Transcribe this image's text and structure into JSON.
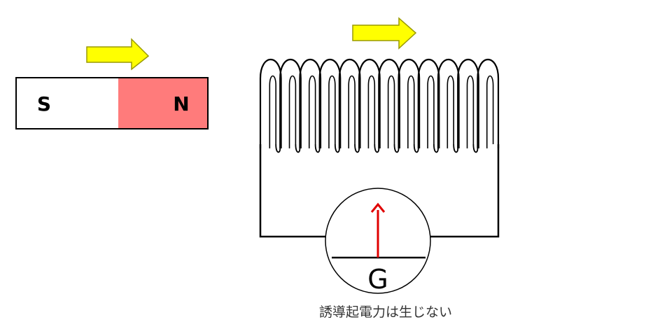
{
  "magnet": {
    "s_label": "S",
    "n_label": "N",
    "s_color": "#ffffff",
    "n_color": "#ff7b7b",
    "outline_color": "#000000"
  },
  "arrows": {
    "fill": "#ffff00",
    "stroke": "#9a9a00",
    "magnet_arrow_direction": "right",
    "coil_arrow_direction": "right"
  },
  "coil": {
    "turns": 12,
    "wire_color": "#000000"
  },
  "galvanometer": {
    "label": "G",
    "needle_color": "#e00000",
    "needle_direction": "up"
  },
  "caption": "誘導起電力は生じない"
}
